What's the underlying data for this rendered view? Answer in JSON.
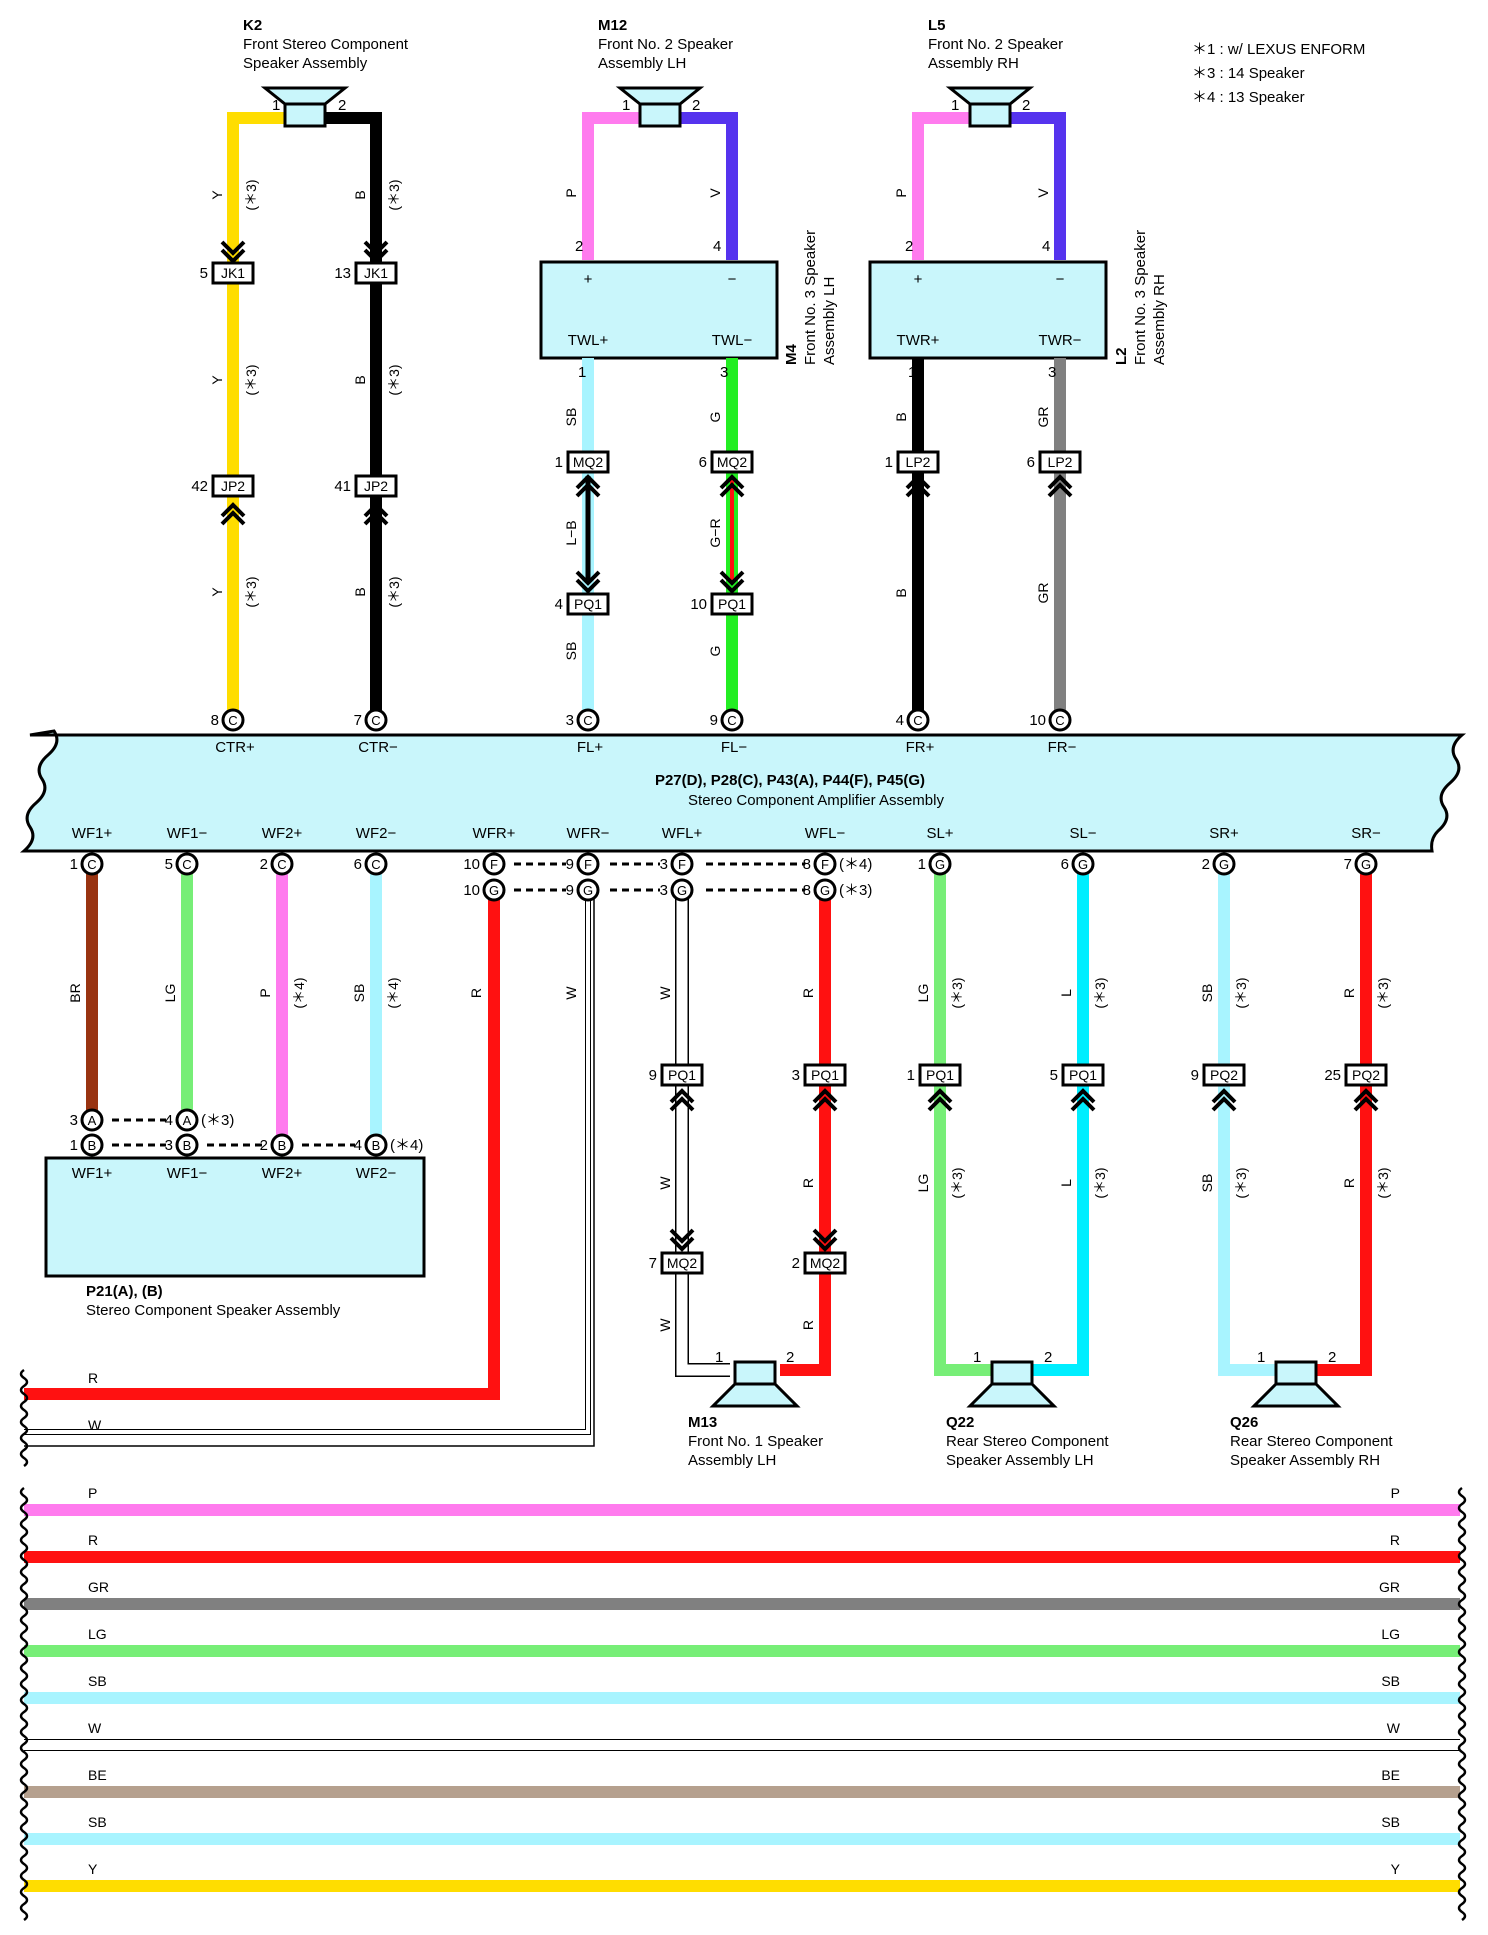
{
  "notes": [
    "＊1 : w/ LEXUS ENFORM",
    "＊3 : 14 Speaker",
    "＊4 : 13 Speaker"
  ],
  "speakers": {
    "k2": {
      "code": "K2",
      "name1": "Front Stereo Component",
      "name2": "Speaker Assembly"
    },
    "m12": {
      "code": "M12",
      "name1": "Front No. 2 Speaker",
      "name2": "Assembly LH"
    },
    "l5": {
      "code": "L5",
      "name1": "Front No. 2 Speaker",
      "name2": "Assembly RH"
    },
    "m13": {
      "code": "M13",
      "name1": "Front No. 1 Speaker",
      "name2": "Assembly LH"
    },
    "q22": {
      "code": "Q22",
      "name1": "Rear Stereo Component",
      "name2": "Speaker Assembly LH"
    },
    "q26": {
      "code": "Q26",
      "name1": "Rear Stereo Component",
      "name2": "Speaker Assembly RH"
    }
  },
  "m4": {
    "code": "M4",
    "name1": "Front No. 3 Speaker",
    "name2": "Assembly LH",
    "t1": "TWL+",
    "t2": "TWL−",
    "plus": "+",
    "minus": "−"
  },
  "l2": {
    "code": "L2",
    "name1": "Front No. 3 Speaker",
    "name2": "Assembly RH",
    "t1": "TWR+",
    "t2": "TWR−",
    "plus": "+",
    "minus": "−"
  },
  "amp": {
    "code": "P27(D), P28(C), P43(A), P44(F), P45(G)",
    "name": "Stereo Component Amplifier Assembly",
    "top_terms": [
      "CTR+",
      "CTR−",
      "FL+",
      "FL−",
      "FR+",
      "FR−"
    ],
    "bottom_terms": [
      "WF1+",
      "WF1−",
      "WF2+",
      "WF2−",
      "WFR+",
      "WFR−",
      "WFL+",
      "WFL−",
      "SL+",
      "SL−",
      "SR+",
      "SR−"
    ]
  },
  "p21": {
    "code": "P21(A), (B)",
    "name": "Stereo Component Speaker Assembly",
    "terms": [
      "WF1+",
      "WF1−",
      "WF2+",
      "WF2−"
    ]
  },
  "connectors": {
    "jk1": "JK1",
    "jp2": "JP2",
    "mq2": "MQ2",
    "pq1": "PQ1",
    "lp2": "LP2",
    "pq2": "PQ2"
  },
  "wire_colors": {
    "Y": "#ffdd00",
    "B": "#000000",
    "P": "#ff7bee",
    "V": "#5533ee",
    "SB": "#a8f4ff",
    "G": "#22ee22",
    "GR": "#808080",
    "BR": "#993311",
    "LG": "#77ee77",
    "R": "#ff1111",
    "W": "#ffffff",
    "L": "#00eeff",
    "BE": "#b5a08e",
    "LB": "#00ccff"
  },
  "bus": [
    {
      "label": "P",
      "color": "#ff7bee"
    },
    {
      "label": "R",
      "color": "#ff1111"
    },
    {
      "label": "GR",
      "color": "#808080"
    },
    {
      "label": "LG",
      "color": "#77ee77"
    },
    {
      "label": "SB",
      "color": "#a8f4ff"
    },
    {
      "label": "W",
      "color": "#ffffff"
    },
    {
      "label": "BE",
      "color": "#b5a08e"
    },
    {
      "label": "SB",
      "color": "#a8f4ff"
    },
    {
      "label": "Y",
      "color": "#ffdd00"
    }
  ],
  "left_wires": [
    {
      "label": "R",
      "color": "#ff1111"
    },
    {
      "label": "W",
      "color": "#ffffff"
    }
  ]
}
